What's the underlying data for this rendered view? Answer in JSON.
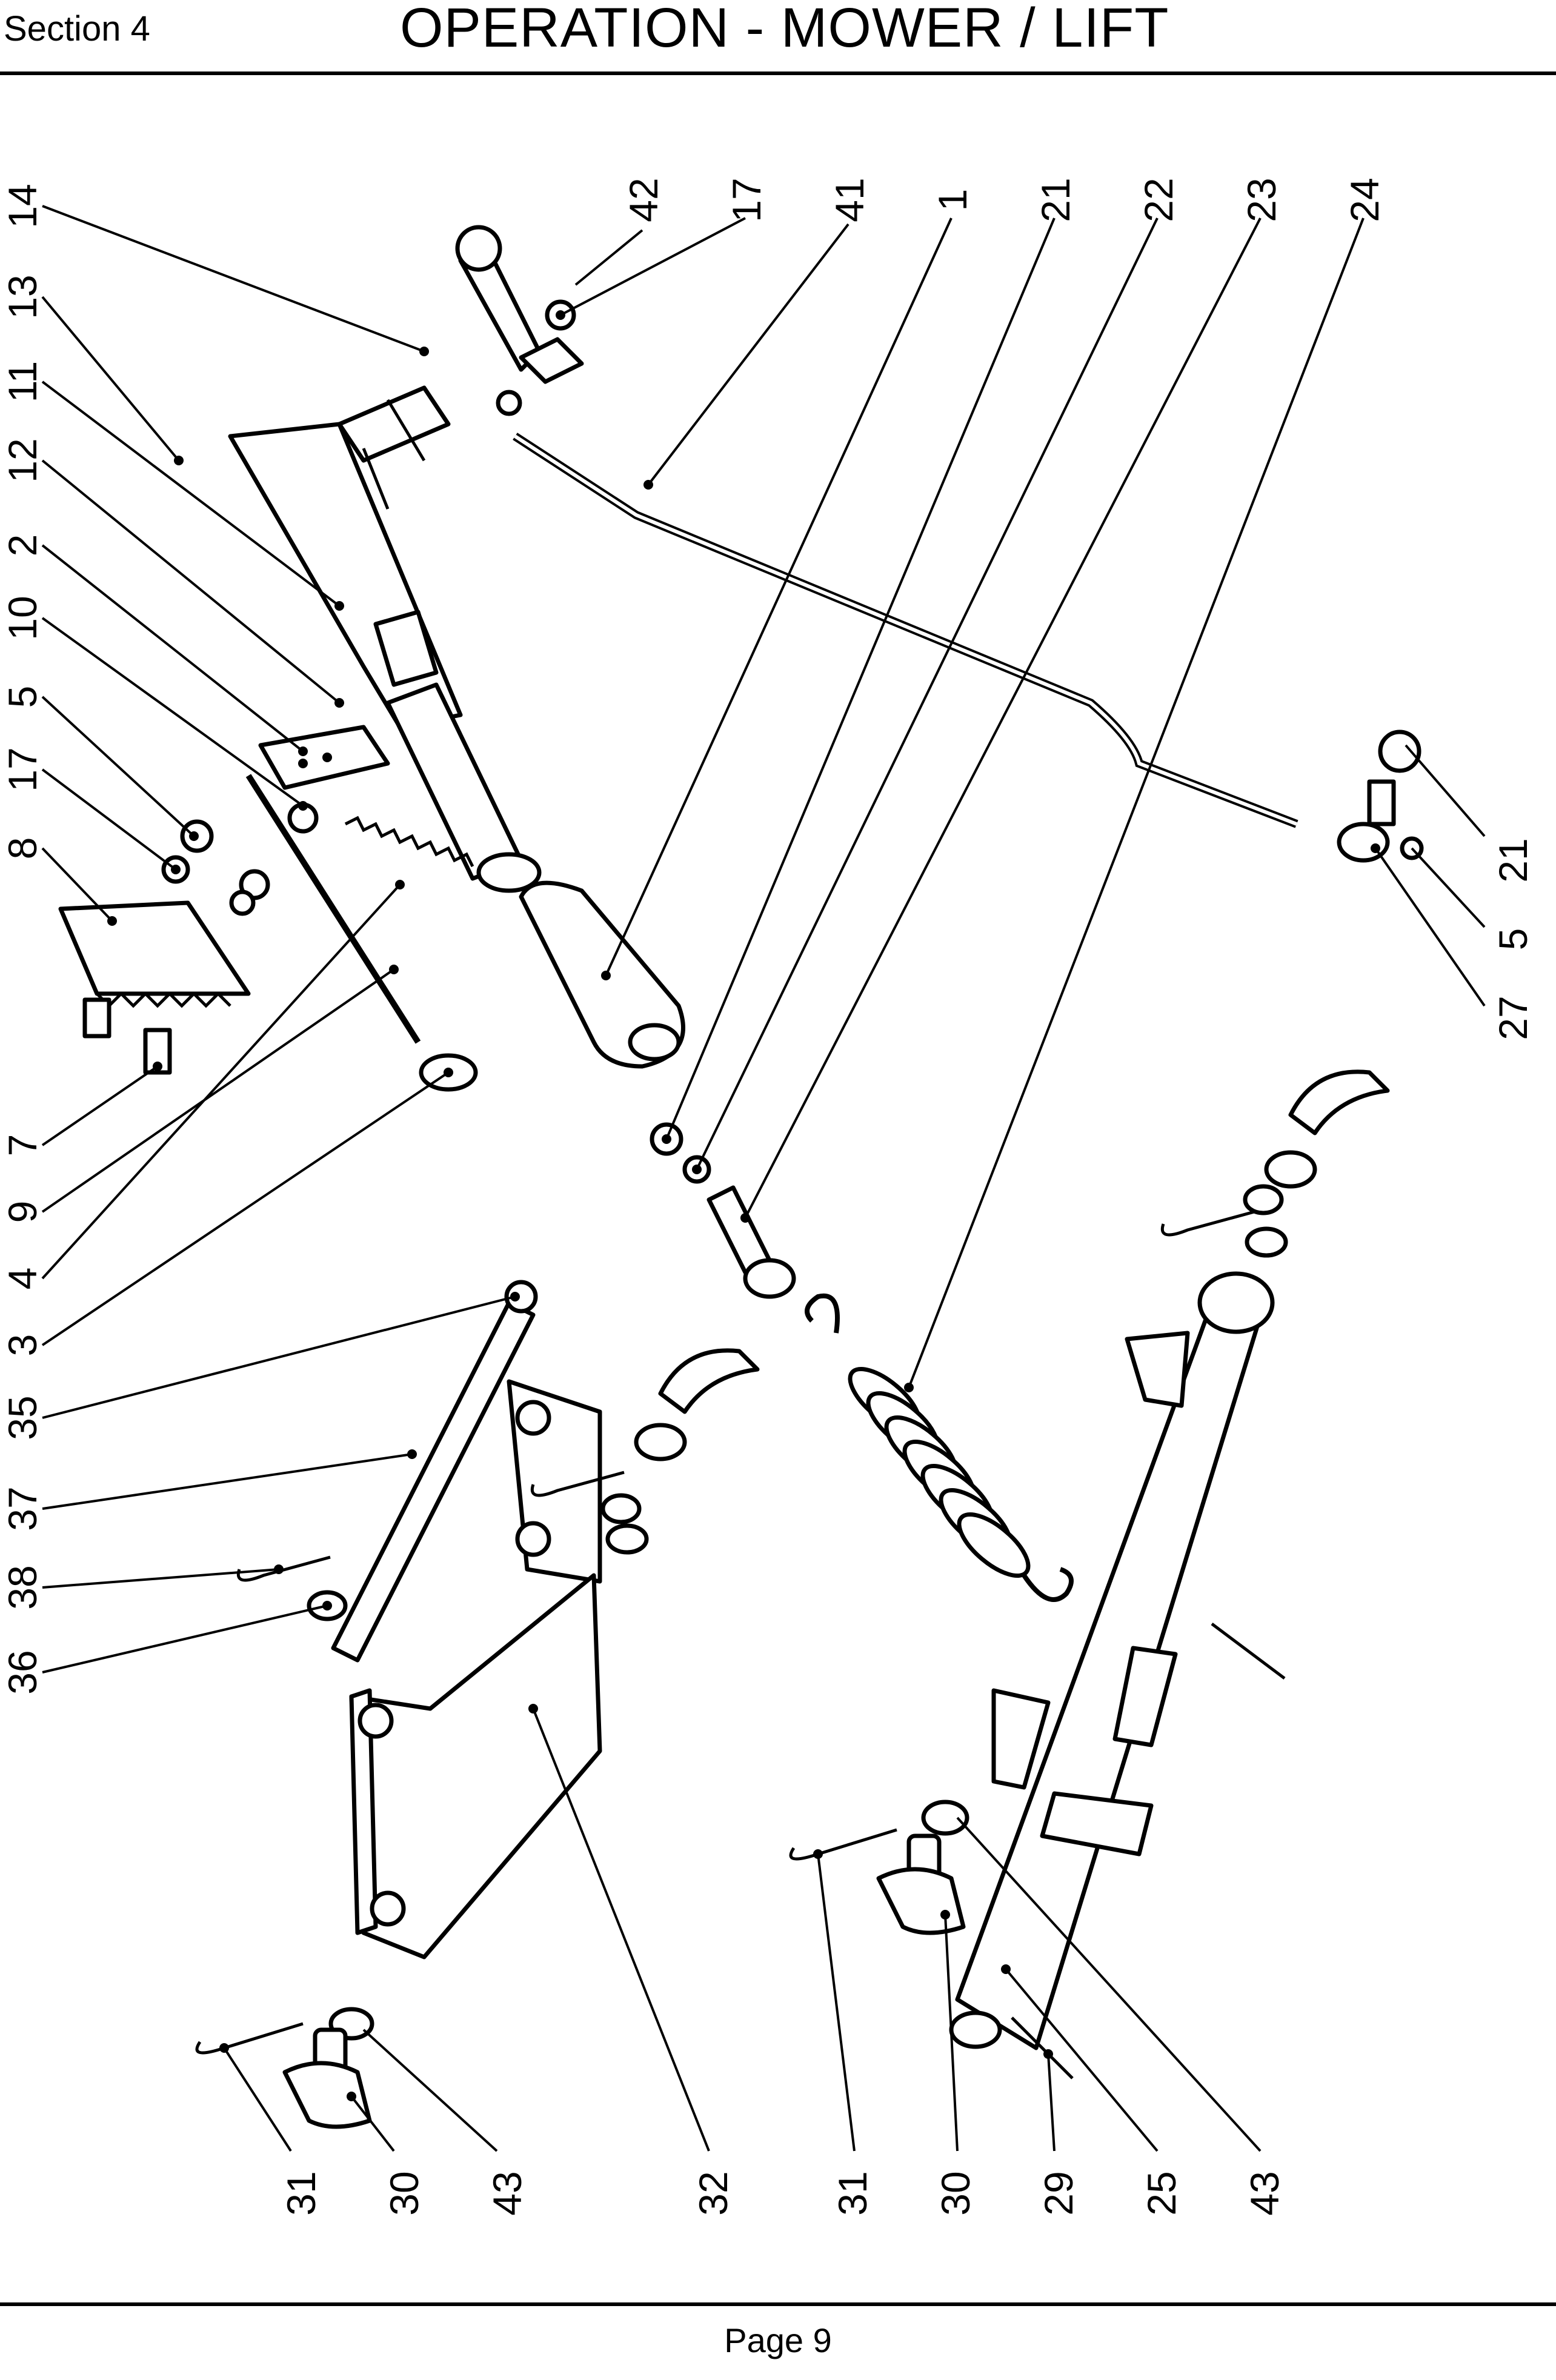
{
  "header": {
    "section": "Section 4",
    "title": "OPERATION - MOWER / LIFT"
  },
  "footer": {
    "page": "Page 9"
  },
  "callouts": {
    "left": [
      "14",
      "13",
      "11",
      "12",
      "2",
      "10",
      "5",
      "17",
      "8",
      "7",
      "9",
      "4",
      "3",
      "35",
      "37",
      "38",
      "36"
    ],
    "top": [
      "42",
      "17",
      "41",
      "1",
      "21",
      "22",
      "23",
      "24"
    ],
    "right": [
      "21",
      "5",
      "27"
    ],
    "bottom": [
      "31",
      "30",
      "43",
      "32",
      "31",
      "30",
      "29",
      "25",
      "43"
    ]
  }
}
